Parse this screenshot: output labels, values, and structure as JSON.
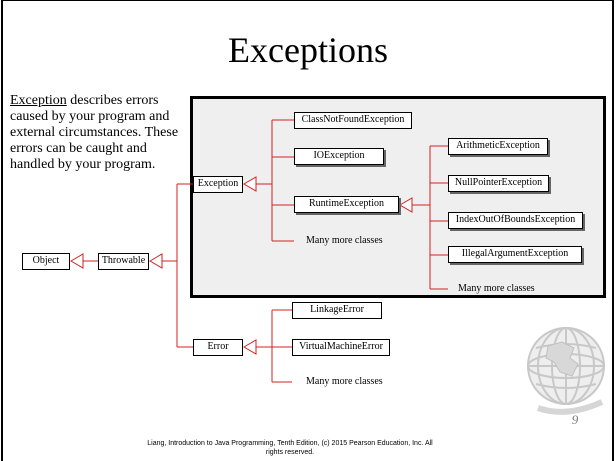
{
  "slide": {
    "title": "Exceptions",
    "description_term": "Exception",
    "description_rest": " describes errors caused by your program and external circumstances. These errors can be caught and handled by your program.",
    "footer": "Liang, Introduction to Java Programming, Tenth Edition, (c) 2015 Pearson Education, Inc. All rights reserved.",
    "page_number": "9"
  },
  "diagram": {
    "root": "Object",
    "throwable": "Throwable",
    "exception": "Exception",
    "error": "Error",
    "exception_children": [
      "ClassNotFoundException",
      "IOException",
      "RuntimeException"
    ],
    "runtime_children": [
      "ArithmeticException",
      "NullPointerException",
      "IndexOutOfBoundsException",
      "IllegalArgumentException"
    ],
    "error_children": [
      "LinkageError",
      "VirtualMachineError"
    ],
    "more_label": "Many more classes"
  },
  "colors": {
    "arrow": "#d42020",
    "panel_fill": "#efefef",
    "page_number": "#7a7a7a"
  }
}
